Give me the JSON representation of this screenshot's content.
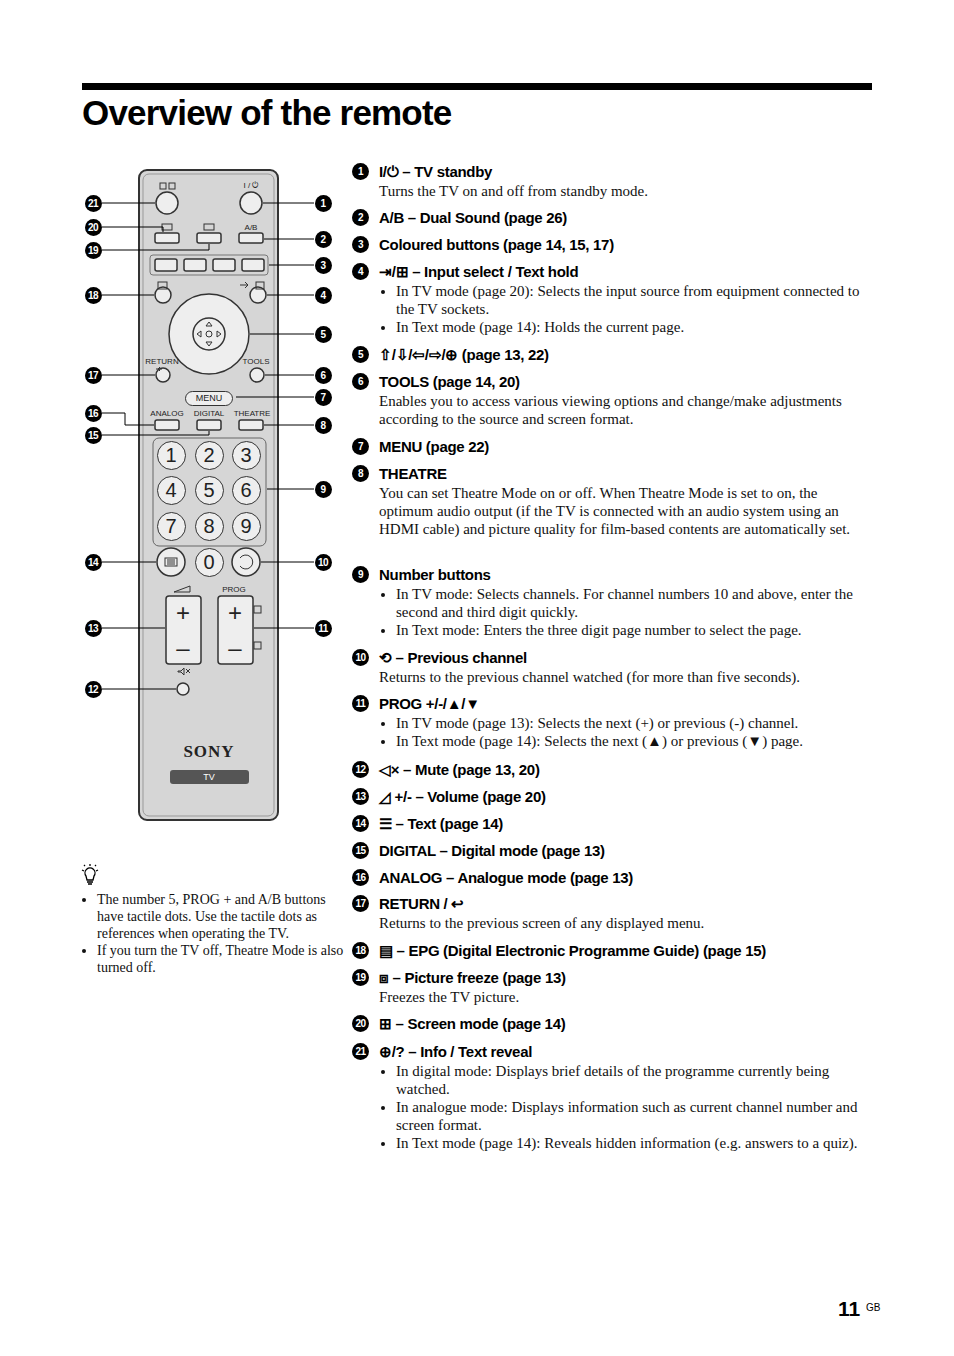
{
  "diagram": {
    "title": "Overview of the remote",
    "nodes": [
      {
        "text": [
          "MENU"
        ]
      },
      {
        "text": [
          "1"
        ]
      },
      {
        "text": [
          "2"
        ]
      },
      {
        "text": [
          "3"
        ]
      },
      {
        "text": [
          "4"
        ]
      },
      {
        "text": [
          "5"
        ]
      },
      {
        "text": [
          "6"
        ]
      },
      {
        "text": [
          "7"
        ]
      },
      {
        "text": [
          "8"
        ]
      },
      {
        "text": [
          "9"
        ]
      },
      {
        "text": [
          "0"
        ]
      },
      {
        "text": [
          "TV"
        ]
      }
    ],
    "labels": [
      "I / ⏻",
      "A/B",
      "RETURN",
      "TOOLS",
      "ANALOG",
      "DIGITAL",
      "THEATRE",
      "PROG",
      "+",
      "–",
      "+",
      "–",
      "SONY",
      "1",
      "2",
      "3",
      "4",
      "5",
      "6",
      "7",
      "8",
      "9",
      "10",
      "11",
      "12",
      "13",
      "14",
      "15",
      "16",
      "17",
      "18",
      "19",
      "20",
      "21",
      "1",
      "I/⏻ – TV standby",
      "Turns the TV on and off from standby mode.",
      "2",
      "A/B – Dual Sound (page 26)",
      "3",
      "Coloured buttons (page 14, 15, 17)",
      "4",
      "⇥/⊞ – Input select / Text hold",
      "In TV mode (page 20): Selects the input source from equipment connected to the TV sockets.",
      "In Text mode (page 14): Holds the current page.",
      "5",
      "⇧/⇩/⇦/⇨/⊕ (page 13, 22)",
      "6",
      "TOOLS (page 14, 20)",
      "Enables you to access various viewing options and change/make adjustments according to the source and screen format.",
      "7",
      "MENU (page 22)",
      "8",
      "THEATRE",
      "You can set Theatre Mode on or off. When Theatre Mode is set to on, the optimum audio output (if the TV is connected with an audio system using an HDMI cable) and picture quality for film-based contents are automatically set.",
      "9",
      "Number buttons",
      "In TV mode: Selects channels. For channel numbers 10 and above, enter the second and third digit quickly.",
      "In Text mode: Enters the three digit page number to select the page.",
      "10",
      "⟲ – Previous channel",
      "Returns to the previous channel watched (for more than five seconds).",
      "11",
      "PROG +/-/▲/▼",
      "In TV mode (page 13): Selects the next (+) or previous (-) channel.",
      "In Text mode (page 14): Selects the next (▲) or previous (▼) page.",
      "12",
      "◁× – Mute (page 13, 20)",
      "13",
      "◿ +/- – Volume (page 20)",
      "14",
      "☰ – Text (page 14)",
      "15",
      "DIGITAL – Digital mode (page 13)",
      "16",
      "ANALOG – Analogue mode (page 13)",
      "17",
      "RETURN / ↩",
      "Returns to the previous screen of any displayed menu.",
      "18",
      "▤ – EPG (Digital Electronic Programme Guide) (page 15)",
      "19",
      "⧈ – Picture freeze (page 13)",
      "Freezes the TV picture.",
      "20",
      "⊞ – Screen mode (page 14)",
      "21",
      "⊕/? – Info / Text reveal",
      "In digital mode: Displays brief details of the programme currently being watched.",
      "In analogue mode: Displays information such as current channel number and screen format.",
      "In Text mode (page 14): Reveals hidden information (e.g. answers to a quiz).",
      "The number 5, PROG + and A/B buttons have tactile dots. Use the tactile dots as references when operating the TV.",
      "If you turn the TV off, Theatre Mode is also turned off.",
      "11",
      "GB"
    ]
  }
}
